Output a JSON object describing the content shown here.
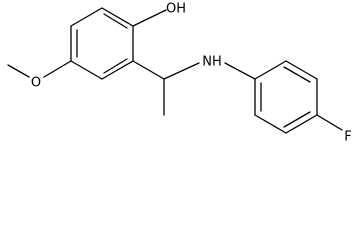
{
  "molecule": {
    "atoms": {
      "hydroxyl": "OH",
      "methoxy_oxygen": "O",
      "amine": "NH",
      "fluorine": "F"
    },
    "colors": {
      "bonds": "#000000",
      "labels": "#000000",
      "background": "#ffffff"
    }
  }
}
